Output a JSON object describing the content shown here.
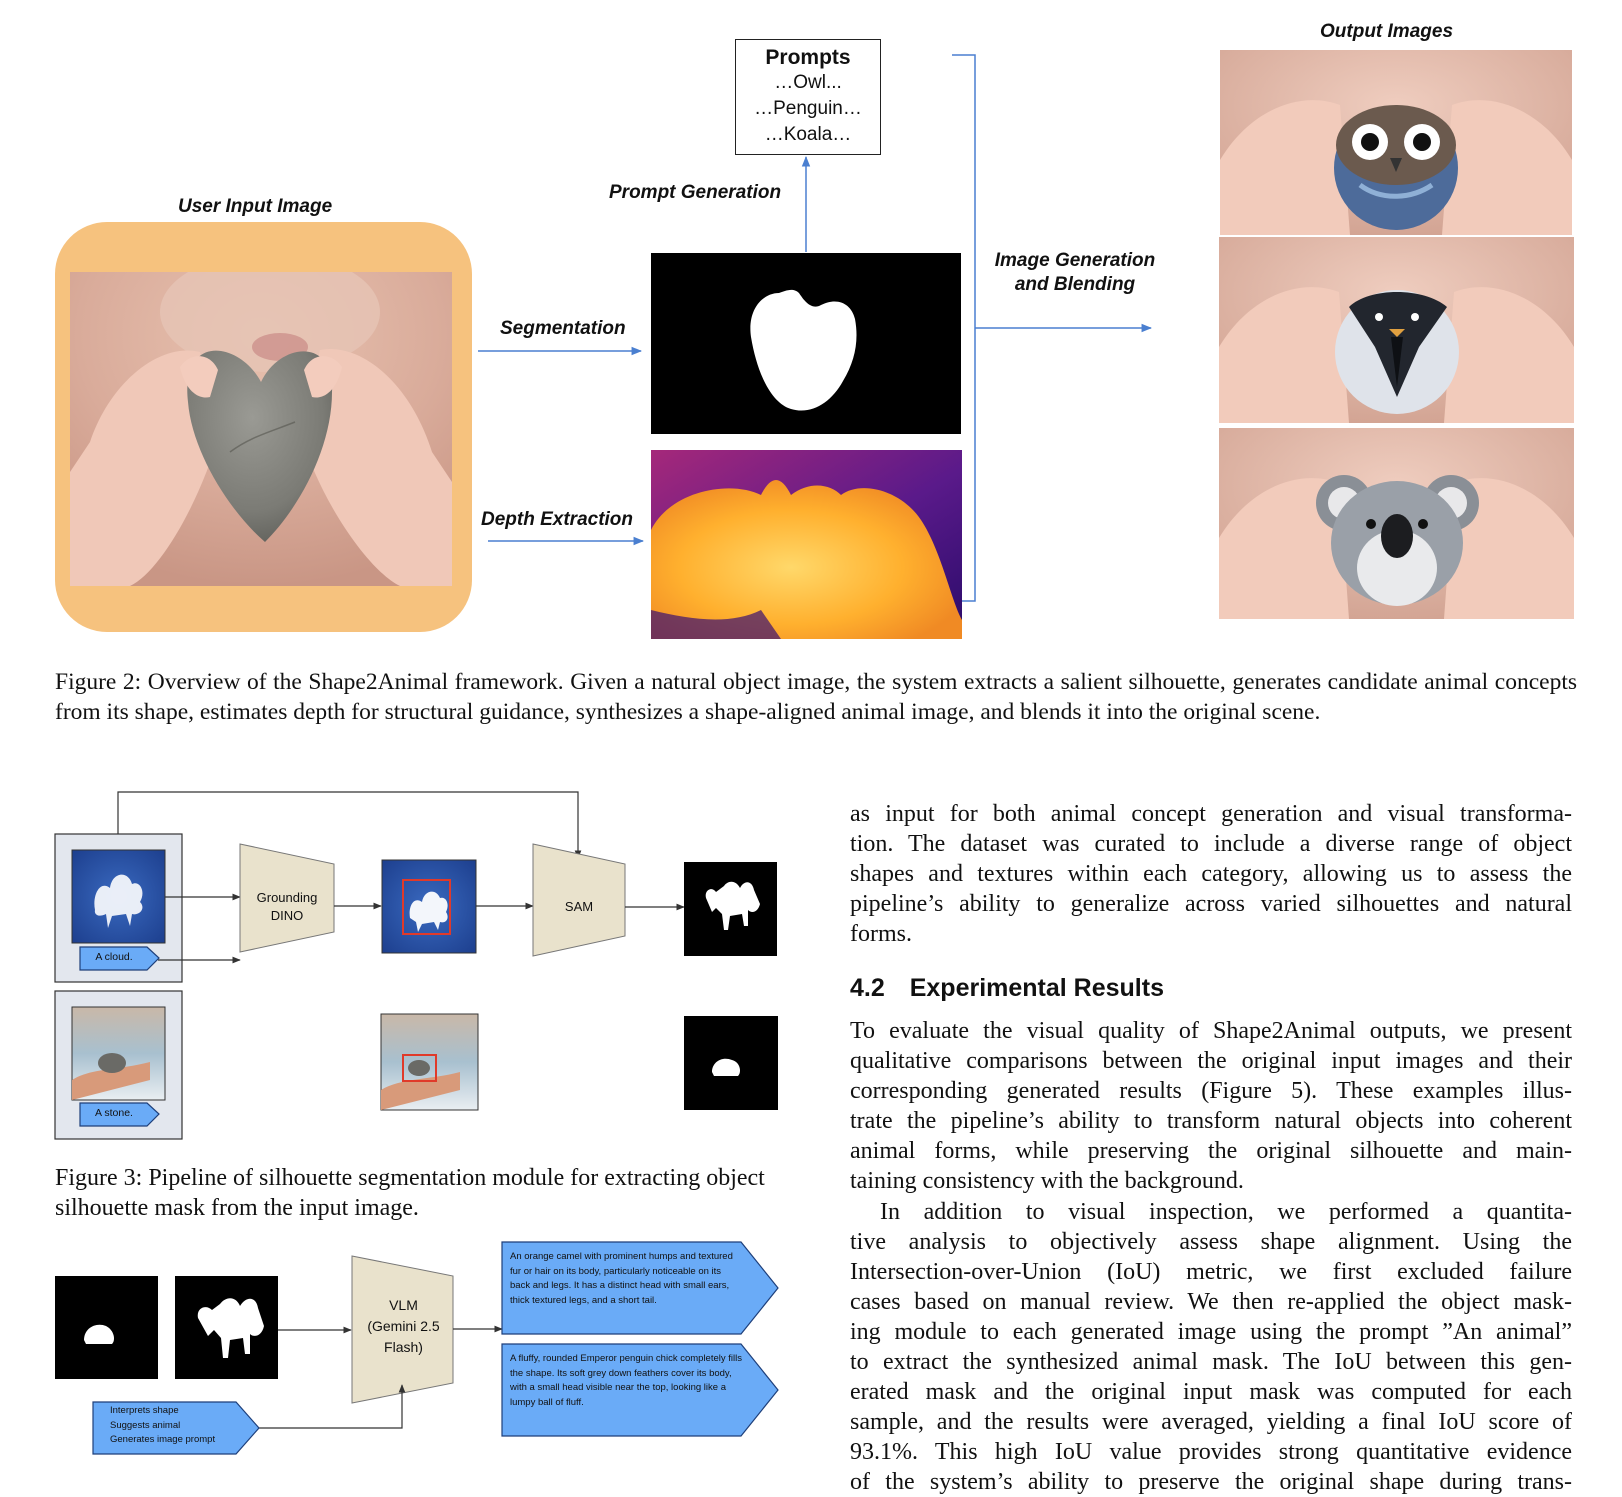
{
  "figure2": {
    "user_input_label": "User Input Image",
    "prompt_generation_label": "Prompt Generation",
    "prompts_box": {
      "title": "Prompts",
      "items": [
        "…Owl...",
        "…Penguin…",
        "…Koala…"
      ]
    },
    "segmentation_label": "Segmentation",
    "depth_extraction_label": "Depth Extraction",
    "image_generation_label_line1": "Image Generation",
    "image_generation_label_line2": "and Blending",
    "output_images_label": "Output Images",
    "output_animals": [
      "owl",
      "penguin",
      "koala"
    ],
    "caption": "Figure 2: Overview of the Shape2Animal framework. Given a natural object image, the system extracts a salient silhouette, generates candidate animal concepts from its shape, estimates depth for structural guidance, synthesizes a shape-aligned animal image, and blends it into the original scene."
  },
  "figure3": {
    "grounding_dino_line1": "Grounding",
    "grounding_dino_line2": "DINO",
    "sam_label": "SAM",
    "prompt_cloud": "A cloud.",
    "prompt_stone": "A stone.",
    "caption": "Figure 3: Pipeline of silhouette segmentation module for extracting object silhouette mask from the input image."
  },
  "figure4": {
    "vlm_line1": "VLM",
    "vlm_line2": "(Gemini 2.5",
    "vlm_line3": "Flash)",
    "instruction_lines": [
      "Interprets shape",
      "Suggests animal",
      "Generates image prompt"
    ],
    "output_prompt_1": "An orange camel with prominent humps and textured fur or hair on its body, particularly noticeable on its back and legs. It has a distinct head with small ears, thick textured legs, and a short tail.",
    "output_prompt_2": "A fluffy, rounded Emperor penguin chick completely fills the shape. Its soft grey down feathers cover its body, with a small head visible near the top, looking like a lumpy ball of fluff."
  },
  "text": {
    "para_continuation_lines": [
      "as input for both animal concept generation and visual transforma-",
      "tion.  The dataset was curated to include a diverse range of object",
      "shapes and textures within each category, allowing us to assess the",
      "pipeline’s ability to generalize across varied silhouettes and natural",
      "forms."
    ],
    "section_number": "4.2",
    "section_title": "Experimental Results",
    "para1_lines": [
      "To evaluate the visual quality of Shape2Animal outputs, we present",
      "qualitative comparisons between the original input images and their",
      "corresponding generated results (Figure 5).  These examples illus-",
      "trate the pipeline’s ability to transform natural objects into coherent",
      "animal forms, while preserving the original silhouette and main-",
      "taining consistency with the background."
    ],
    "para2_lines": [
      "In addition to visual inspection, we performed a quantita-",
      "tive analysis to objectively assess shape alignment.  Using the",
      "Intersection-over-Union (IoU) metric, we first excluded failure",
      "cases based on manual review. We then re-applied the object mask-",
      "ing module to each generated image using the prompt ”An animal”",
      "to extract the synthesized animal mask. The IoU between this gen-",
      "erated mask and the original input mask was computed for each",
      "sample, and the results were averaged, yielding a final IoU score of",
      "93.1%.  This high IoU value provides strong quantitative evidence",
      "of the system’s ability to preserve the original shape during trans-"
    ]
  },
  "colors": {
    "accent_blue": "#4a7fd0",
    "orange_frame": "#f6c27e",
    "trapezoid": "#e9e2cc",
    "bubble_blue": "#6aabf7"
  }
}
